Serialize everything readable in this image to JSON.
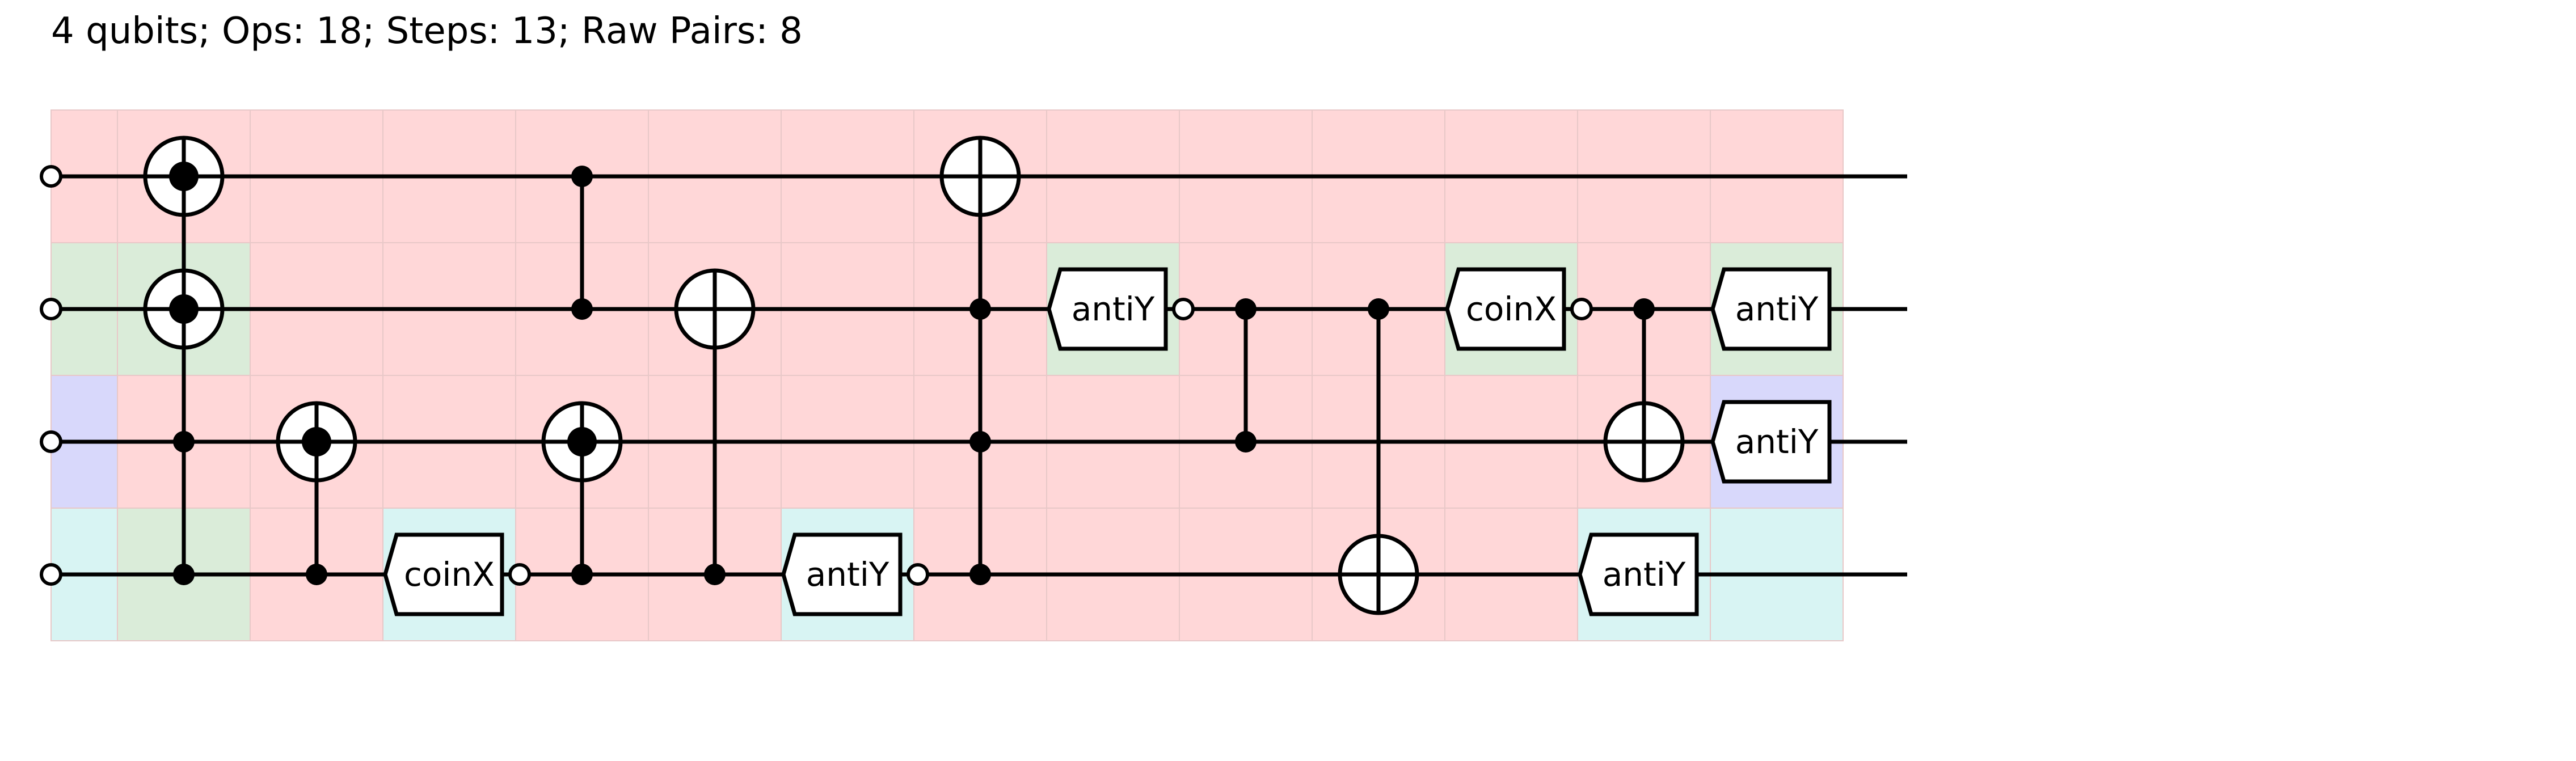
{
  "summary": "4 qubits; Ops: 18; Steps: 13; Raw Pairs: 8",
  "colors": {
    "pink": "#ffd7d8",
    "green": "#daecd9",
    "lavender": "#d8d8fb",
    "cyan": "#d8f4f3",
    "grid": "#e8c8c8",
    "ink": "#000000"
  },
  "circuit": {
    "qubits": 4,
    "steps": 13,
    "cell_colors": [
      [
        "pink",
        "pink",
        "pink",
        "pink",
        "pink",
        "pink",
        "pink",
        "pink",
        "pink",
        "pink",
        "pink",
        "pink",
        "pink",
        "pink"
      ],
      [
        "green",
        "green",
        "pink",
        "pink",
        "pink",
        "pink",
        "pink",
        "pink",
        "pink",
        "pink",
        "pink",
        "pink",
        "pink",
        "pink"
      ],
      [
        "lavender",
        "pink",
        "pink",
        "pink",
        "pink",
        "pink",
        "pink",
        "pink",
        "pink",
        "pink",
        "pink",
        "pink",
        "pink",
        "pink"
      ],
      [
        "cyan",
        "green",
        "pink",
        "pink",
        "pink",
        "pink",
        "pink",
        "pink",
        "pink",
        "pink",
        "pink",
        "pink",
        "pink",
        "pink"
      ]
    ],
    "cell_overrides": [
      {
        "step": 8,
        "wire": 1,
        "color": "green"
      },
      {
        "step": 11,
        "wire": 1,
        "color": "green"
      },
      {
        "step": 13,
        "wire": 1,
        "color": "green"
      },
      {
        "step": 13,
        "wire": 2,
        "color": "lavender"
      },
      {
        "step": 3,
        "wire": 3,
        "color": "cyan"
      },
      {
        "step": 6,
        "wire": 3,
        "color": "cyan"
      },
      {
        "step": 12,
        "wire": 3,
        "color": "cyan"
      },
      {
        "step": 13,
        "wire": 3,
        "color": "cyan"
      }
    ],
    "initial_open": [
      true,
      true,
      true,
      true
    ],
    "ops": [
      {
        "kind": "multi",
        "step": 1,
        "controls": [
          2,
          3
        ],
        "big_dots": [
          0,
          1
        ]
      },
      {
        "kind": "cnot",
        "step": 2,
        "control": 3,
        "target": 2,
        "big_dot": true
      },
      {
        "kind": "single",
        "step": 3,
        "wire": 3,
        "label": "coinX",
        "open_after": true
      },
      {
        "kind": "cz",
        "step": 4,
        "wires": [
          0,
          1
        ]
      },
      {
        "kind": "cnot",
        "step": 4,
        "control": 3,
        "target": 2,
        "big_dot": true
      },
      {
        "kind": "cnot",
        "step": 5,
        "control": 3,
        "target": 1,
        "big_dot": false
      },
      {
        "kind": "single",
        "step": 6,
        "wire": 3,
        "label": "antiY",
        "open_after": true
      },
      {
        "kind": "multi_target",
        "step": 7,
        "controls": [
          1,
          2,
          3
        ],
        "target": 0
      },
      {
        "kind": "single",
        "step": 8,
        "wire": 1,
        "label": "antiY",
        "open_after": true
      },
      {
        "kind": "cz",
        "step": 9,
        "wires": [
          1,
          2
        ]
      },
      {
        "kind": "cnot",
        "step": 10,
        "control": 1,
        "target": 3,
        "big_dot": false
      },
      {
        "kind": "single",
        "step": 11,
        "wire": 1,
        "label": "coinX",
        "open_after": true
      },
      {
        "kind": "cnot",
        "step": 12,
        "control": 1,
        "target": 2,
        "big_dot": false
      },
      {
        "kind": "single",
        "step": 12,
        "wire": 3,
        "label": "antiY",
        "open_after": false
      },
      {
        "kind": "single",
        "step": 13,
        "wire": 1,
        "label": "antiY",
        "open_after": false
      },
      {
        "kind": "single",
        "step": 13,
        "wire": 2,
        "label": "antiY",
        "open_after": false
      }
    ]
  }
}
